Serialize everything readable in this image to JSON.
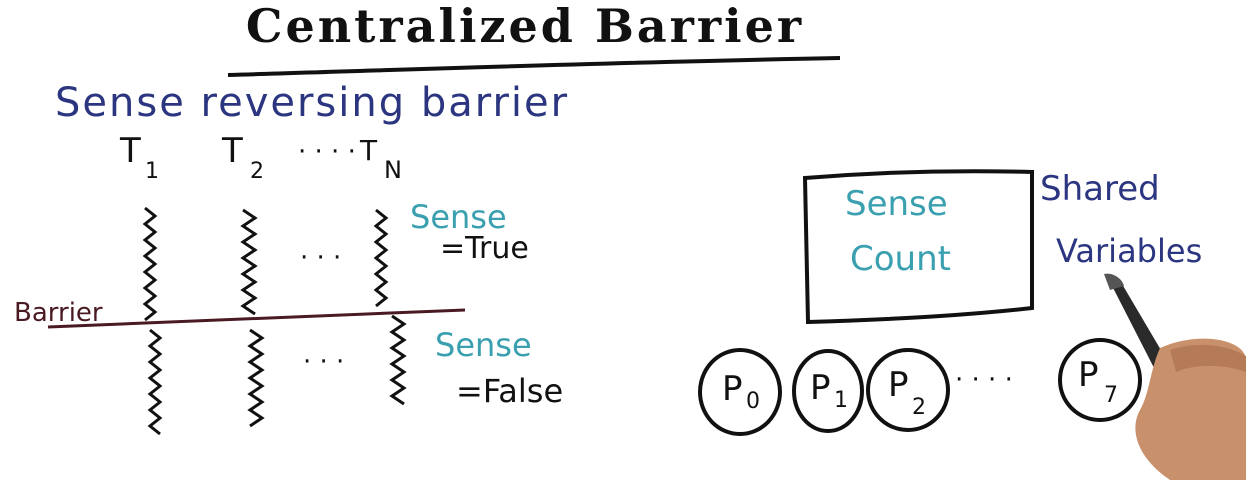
{
  "title": "Centralized Barrier",
  "subtitle": "Sense reversing barrier",
  "threads": [
    {
      "label": "T",
      "sub": "1"
    },
    {
      "label": "T",
      "sub": "2"
    },
    {
      "label": "T",
      "sub": "N"
    }
  ],
  "thread_ellipsis": "· · · ·",
  "middle_ellipsis_top": "· · ·",
  "middle_ellipsis_bottom": "· · ·",
  "barrier_label": "Barrier",
  "sense_true": {
    "label": "Sense",
    "value": "=True"
  },
  "sense_false": {
    "label": "Sense",
    "value": "=False"
  },
  "shared_box": {
    "line1": "Sense",
    "line2": "Count"
  },
  "shared_label": {
    "line1": "Shared",
    "line2": "Variables"
  },
  "processors": [
    {
      "label": "P",
      "sub": "0"
    },
    {
      "label": "P",
      "sub": "1"
    },
    {
      "label": "P",
      "sub": "2"
    },
    {
      "label": "P",
      "sub": "7"
    }
  ],
  "processor_ellipsis": "· · · ·",
  "colors": {
    "ink_black": "#111111",
    "ink_blue": "#2b3580",
    "ink_teal": "#3aa0b0",
    "ink_maroon": "#4a1a22"
  }
}
